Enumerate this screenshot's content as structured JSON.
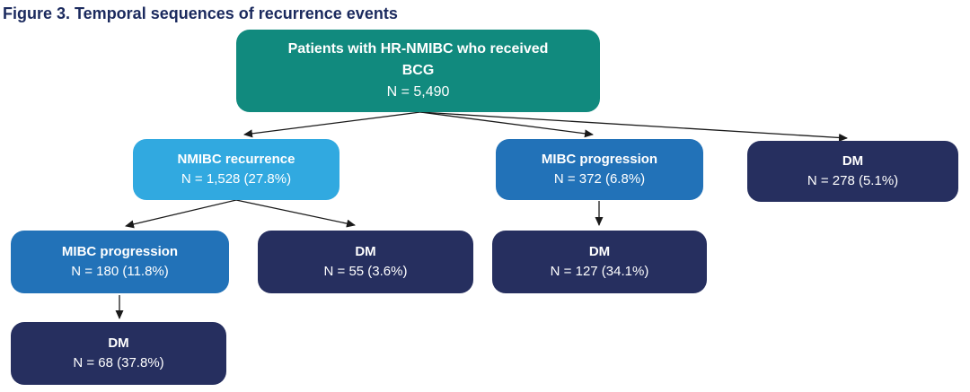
{
  "title": "Figure 3. Temporal sequences of recurrence events",
  "colors": {
    "title_navy": "#1b2a5e",
    "teal": "#118a7e",
    "light_blue": "#31a9e0",
    "medium_blue": "#2272b8",
    "navy": "#262f5f",
    "arrow": "#1a1a1a",
    "node_text": "#ffffff"
  },
  "nodes": {
    "root": {
      "label": "Patients with HR-NMIBC who received BCG",
      "value": "N = 5,490"
    },
    "nmibc_recurrence": {
      "label": "NMIBC recurrence",
      "value": "N = 1,528 (27.8%)"
    },
    "mibc_progression_372": {
      "label": "MIBC progression",
      "value": "N = 372 (6.8%)"
    },
    "dm_278": {
      "label": "DM",
      "value": "N = 278 (5.1%)"
    },
    "mibc_progression_180": {
      "label": "MIBC progression",
      "value": "N = 180 (11.8%)"
    },
    "dm_55": {
      "label": "DM",
      "value": "N = 55 (3.6%)"
    },
    "dm_127": {
      "label": "DM",
      "value": "N = 127 (34.1%)"
    },
    "dm_68": {
      "label": "DM",
      "value": "N = 68 (37.8%)"
    }
  },
  "edges": [
    {
      "from": "root",
      "to": "nmibc_recurrence"
    },
    {
      "from": "root",
      "to": "mibc_progression_372"
    },
    {
      "from": "root",
      "to": "dm_278"
    },
    {
      "from": "nmibc_recurrence",
      "to": "mibc_progression_180"
    },
    {
      "from": "nmibc_recurrence",
      "to": "dm_55"
    },
    {
      "from": "mibc_progression_180",
      "to": "dm_68"
    },
    {
      "from": "mibc_progression_372",
      "to": "dm_127"
    }
  ]
}
